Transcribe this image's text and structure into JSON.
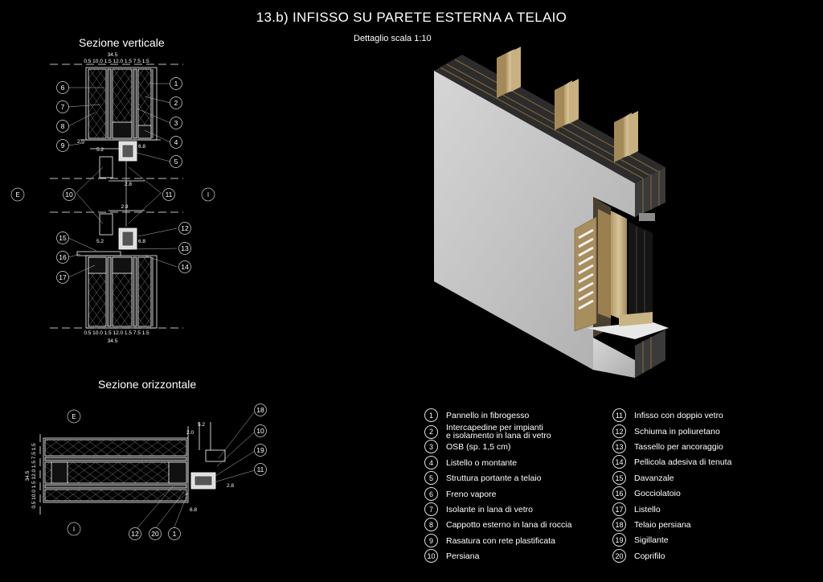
{
  "title": "13.b) INFISSO SU PARETE ESTERNA A TELAIO",
  "subtitle": "Dettaglio scala 1:10",
  "sections": {
    "vertical": "Sezione verticale",
    "horizontal": "Sezione orizzontale"
  },
  "side_labels": {
    "exterior": "E",
    "interior": "I"
  },
  "dimensions": {
    "total": "34.5",
    "layers": "0.5 10.0 1.5 12.0 1.5 7.5 1.5",
    "d52": "5.2",
    "d68": "6.8",
    "d20": "2.0",
    "d28": "2.8"
  },
  "legend": [
    {
      "num": "1",
      "text": "Pannello in fibrogesso"
    },
    {
      "num": "2",
      "text": "Intercapedine per impianti\ne isolamento in lana di vetro"
    },
    {
      "num": "3",
      "text": "OSB (sp. 1,5 cm)"
    },
    {
      "num": "4",
      "text": "Listello o montante"
    },
    {
      "num": "5",
      "text": "Struttura portante a telaio"
    },
    {
      "num": "6",
      "text": "Freno vapore"
    },
    {
      "num": "7",
      "text": "Isolante in lana di vetro"
    },
    {
      "num": "8",
      "text": "Cappotto esterno in lana di roccia"
    },
    {
      "num": "9",
      "text": "Rasatura con rete plastificata"
    },
    {
      "num": "10",
      "text": "Persiana"
    },
    {
      "num": "11",
      "text": "Infisso con doppio vetro"
    },
    {
      "num": "12",
      "text": "Schiuma in poliuretano"
    },
    {
      "num": "13",
      "text": "Tassello per ancoraggio"
    },
    {
      "num": "14",
      "text": "Pellicola adesiva di tenuta"
    },
    {
      "num": "15",
      "text": "Davanzale"
    },
    {
      "num": "16",
      "text": "Gocciolatoio"
    },
    {
      "num": "17",
      "text": "Listello"
    },
    {
      "num": "18",
      "text": "Telaio persiana"
    },
    {
      "num": "19",
      "text": "Sigillante"
    },
    {
      "num": "20",
      "text": "Coprifilo"
    }
  ],
  "callouts": {
    "vertical": [
      "1",
      "2",
      "3",
      "4",
      "5",
      "6",
      "7",
      "8",
      "9",
      "10",
      "11",
      "12",
      "13",
      "14",
      "15",
      "16",
      "17"
    ],
    "horizontal": [
      "18",
      "10",
      "19",
      "11",
      "12",
      "20",
      "1"
    ]
  }
}
